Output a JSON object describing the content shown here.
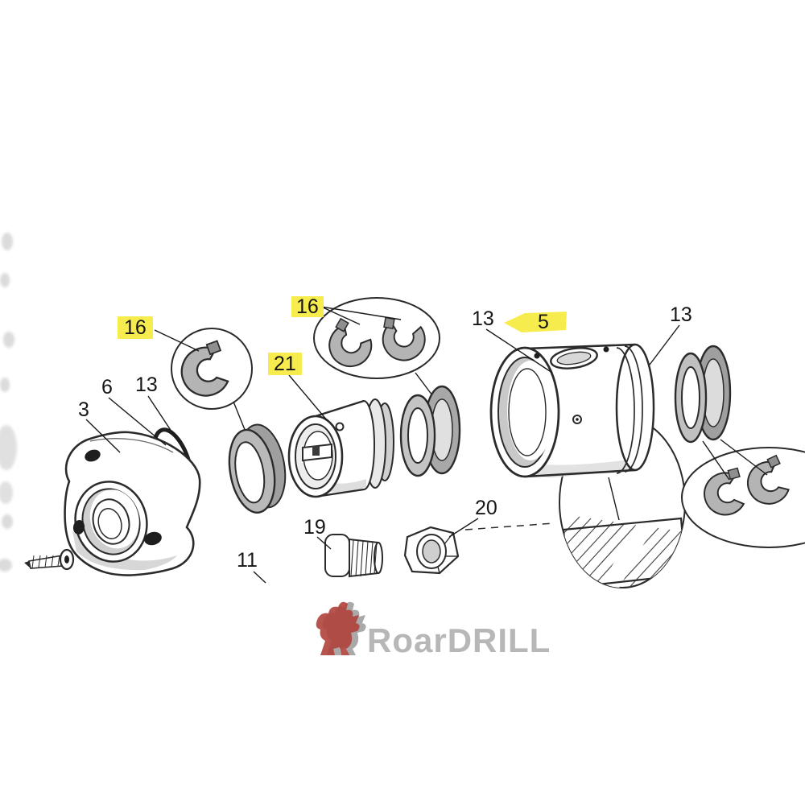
{
  "colors": {
    "highlight": "#f7ec4e",
    "line": "#2b2b2b",
    "seal_gray": "#b4b4b4",
    "shade_gray": "#d6d6d6",
    "logo_gray": "#b7b7b7",
    "lion_red": "#b0413b",
    "lion_gray": "#a9a9a9"
  },
  "diagram": {
    "labels": [
      {
        "text": "3",
        "highlighted": false
      },
      {
        "text": "6",
        "highlighted": false
      },
      {
        "text": "13",
        "highlighted": false
      },
      {
        "text": "16",
        "highlighted": true
      },
      {
        "text": "16",
        "highlighted": true
      },
      {
        "text": "21",
        "highlighted": true
      },
      {
        "text": "13",
        "highlighted": false
      },
      {
        "text": "5",
        "highlighted": true
      },
      {
        "text": "13",
        "highlighted": false
      },
      {
        "text": "19",
        "highlighted": false
      },
      {
        "text": "20",
        "highlighted": false
      },
      {
        "text": "11",
        "highlighted": false
      }
    ]
  },
  "logo": {
    "text": "RoarDRILL"
  }
}
